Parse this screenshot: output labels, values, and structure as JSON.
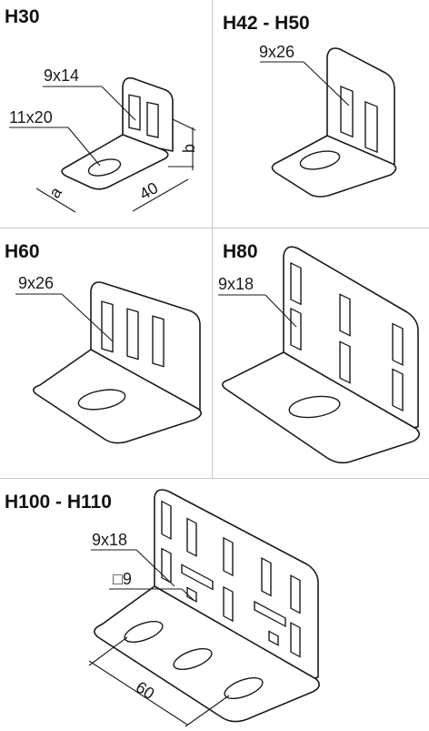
{
  "panels": {
    "h30": {
      "title": "H30",
      "label_hole_top": "9x14",
      "label_hole_base": "11x20",
      "dim_a": "a",
      "dim_b": "b",
      "dim_len": "40"
    },
    "h42": {
      "title": "H42 - H50",
      "label_hole": "9x26"
    },
    "h60": {
      "title": "H60",
      "label_hole": "9x26"
    },
    "h80": {
      "title": "H80",
      "label_hole": "9x18"
    },
    "h100": {
      "title": "H100 - H110",
      "label_hole": "9x18",
      "label_square": "□9",
      "dim_pitch": "60"
    }
  },
  "colors": {
    "line": "#1a1a1a",
    "divider": "#c9c9c9",
    "background": "#ffffff"
  }
}
